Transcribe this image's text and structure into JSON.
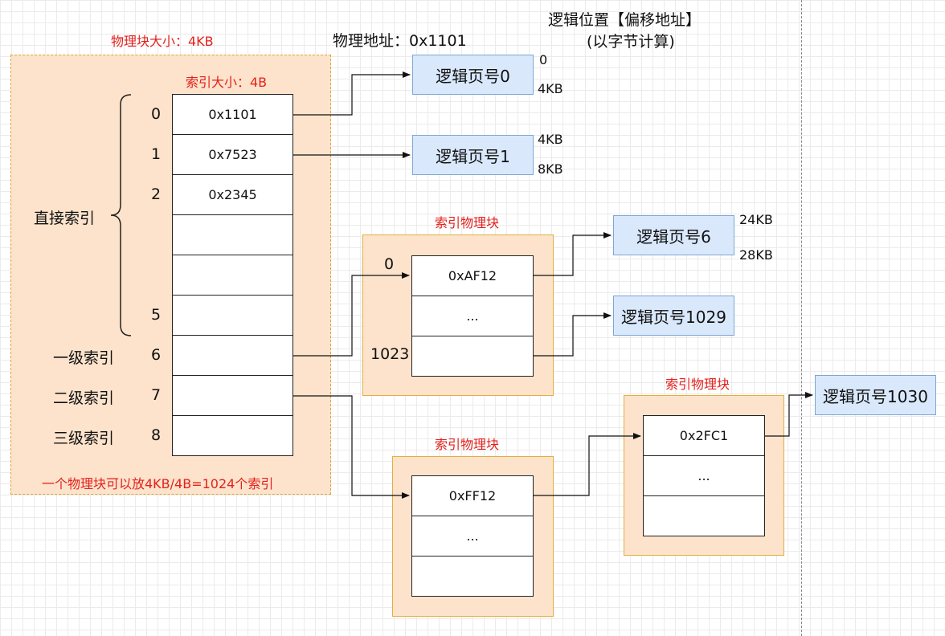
{
  "top": {
    "physical_address": "物理地址：0x1101",
    "logical_position_line1": "逻辑位置【偏移地址】",
    "logical_position_line2": "(以字节计算)"
  },
  "left": {
    "block_size_label": "物理块大小：4KB",
    "index_size_label": "索引大小：4B",
    "footer_label": "一个物理块可以放4KB/4B=1024个索引",
    "direct_label": "直接索引",
    "level1_label": "一级索引",
    "level2_label": "二级索引",
    "level3_label": "三级索引",
    "row_numbers": [
      "0",
      "1",
      "2",
      "5",
      "6",
      "7",
      "8"
    ],
    "cells": [
      "0x1101",
      "0x7523",
      "0x2345",
      "",
      "",
      "",
      "",
      "",
      ""
    ]
  },
  "index_blocks": [
    {
      "title": "索引物理块",
      "top_index": "0",
      "bottom_index": "1023",
      "cells": [
        "0xAF12",
        "...",
        ""
      ]
    },
    {
      "title": "索引物理块",
      "cells": [
        "0xFF12",
        "...",
        ""
      ]
    },
    {
      "title": "索引物理块",
      "cells": [
        "0x2FC1",
        "...",
        ""
      ]
    }
  ],
  "pages": [
    {
      "label": "逻辑页号0",
      "start": "0",
      "end": "4KB"
    },
    {
      "label": "逻辑页号1",
      "start": "4KB",
      "end": "8KB"
    },
    {
      "label": "逻辑页号6",
      "start": "24KB",
      "end": "28KB"
    },
    {
      "label": "逻辑页号1029"
    },
    {
      "label": "逻辑页号1030"
    }
  ]
}
